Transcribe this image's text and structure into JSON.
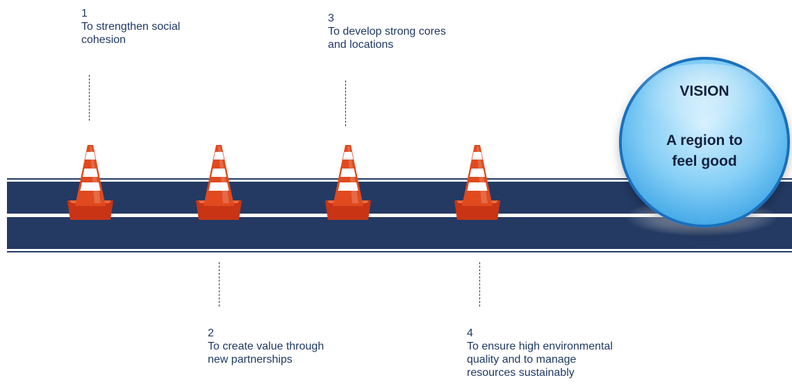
{
  "steps": [
    {
      "number": "1",
      "text": "To strengthen social\ncohesion"
    },
    {
      "number": "2",
      "text": "To create value through\nnew partnerships"
    },
    {
      "number": "3",
      "text": "To develop strong cores\nand locations"
    },
    {
      "number": "4",
      "text": "To ensure high environmental\nquality and to manage\nresources sustainably"
    }
  ],
  "vision": {
    "title": "VISION",
    "subtitle": "A region to\nfeel good"
  },
  "colors": {
    "road": "#243a63",
    "road_stripe": "#ffffff",
    "text": "#1f3864",
    "cone_red": "#e04a1e",
    "circle_blue": "#3fa6e6"
  },
  "icons": [
    "traffic-cone-icon"
  ]
}
